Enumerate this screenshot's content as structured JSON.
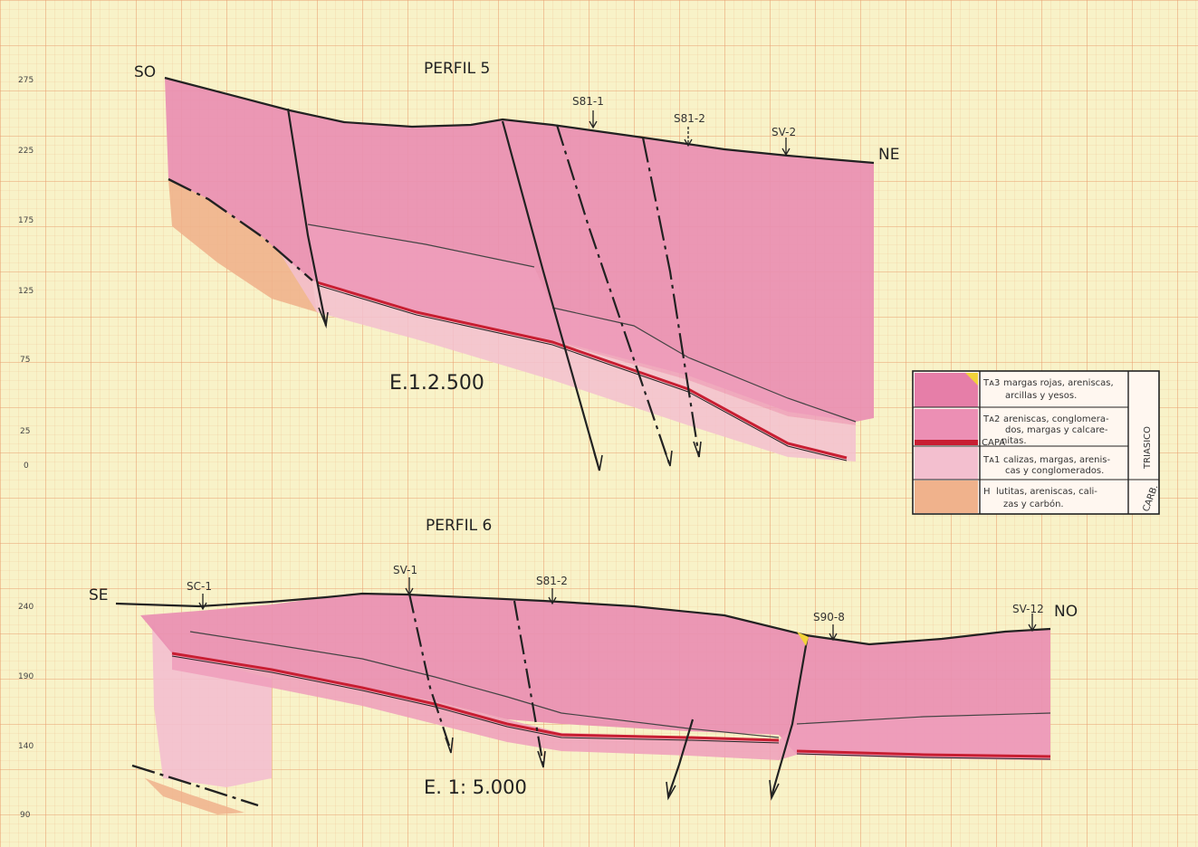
{
  "profile5": {
    "title": "PERFIL 5",
    "dir_left": "SO",
    "dir_right": "NE",
    "scale": "E.1.2.500",
    "wells": [
      "S81-1",
      "S81-2",
      "SV-2"
    ],
    "y_ticks": [
      "275",
      "225",
      "175",
      "125",
      "75",
      "25",
      "0"
    ]
  },
  "profile6": {
    "title": "PERFIL 6",
    "dir_left": "SE",
    "dir_right": "NO",
    "scale": "E. 1: 5.000",
    "wells": [
      "SC-1",
      "SV-1",
      "S81-2",
      "S90-8",
      "SV-12"
    ],
    "y_ticks": [
      "240",
      "190",
      "140",
      "90"
    ]
  },
  "legend": {
    "period": "TRIASICO",
    "period2": "CARB.",
    "capa_label": "CAPA",
    "units": [
      {
        "code": "Tᴀ3",
        "text": [
          "margas rojas, areniscas,",
          "arcillas y yesos."
        ]
      },
      {
        "code": "Tᴀ2",
        "text": [
          "areniscas, conglomera-",
          "dos, margas y calcare-",
          "nitas."
        ]
      },
      {
        "code": "Tᴀ1",
        "text": [
          "calizas, margas, arenis-",
          "cas y conglomerados."
        ]
      },
      {
        "code": "H",
        "text": [
          "lutitas, areniscas, cali-",
          "zas y carbón."
        ]
      }
    ],
    "colors": {
      "ta3": "#e67ea8",
      "ta2": "#ec8fb4",
      "ta1": "#f3bfcf",
      "h": "#f0b28c",
      "capa": "#c81e32",
      "yellow": "#f2d23a"
    }
  }
}
